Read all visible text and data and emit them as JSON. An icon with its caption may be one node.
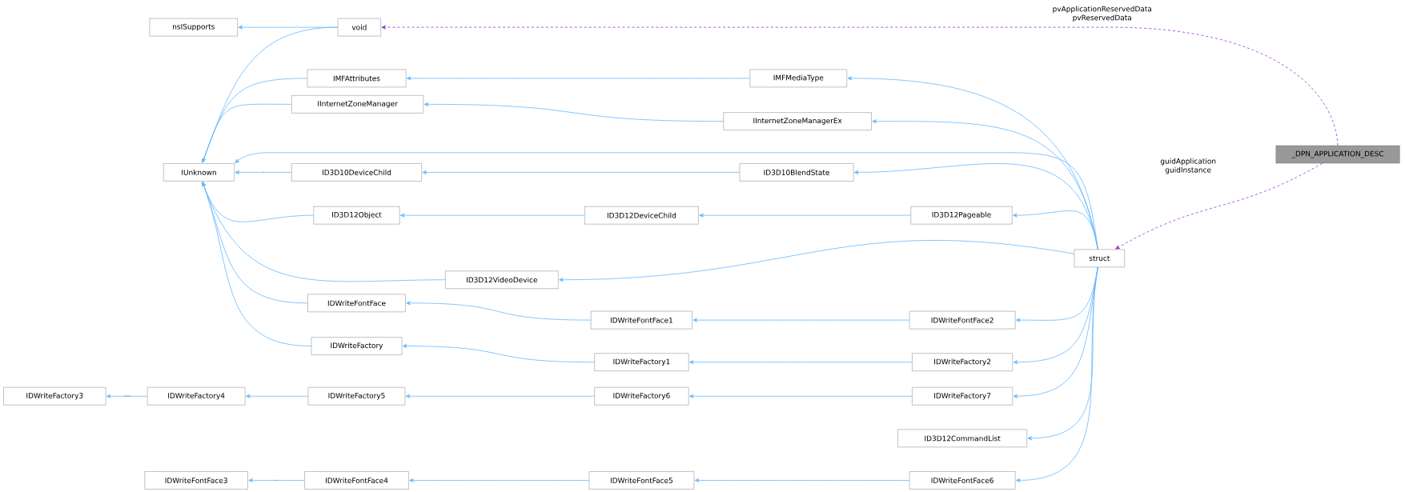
{
  "diagram": {
    "nodes": [
      {
        "text": [
          "_DPN_APPLICATION_DESC"
        ]
      },
      {
        "text": [
          "void"
        ]
      },
      {
        "text": [
          "nsISupports"
        ]
      },
      {
        "text": [
          "IMFAttributes"
        ]
      },
      {
        "text": [
          "IMFMediaType"
        ]
      },
      {
        "text": [
          "IInternetZoneManager"
        ]
      },
      {
        "text": [
          "IInternetZoneManagerEx"
        ]
      },
      {
        "text": [
          "IUnknown"
        ]
      },
      {
        "text": [
          "ID3D10DeviceChild"
        ]
      },
      {
        "text": [
          "ID3D10BlendState"
        ]
      },
      {
        "text": [
          "ID3D12Object"
        ]
      },
      {
        "text": [
          "ID3D12DeviceChild"
        ]
      },
      {
        "text": [
          "ID3D12Pageable"
        ]
      },
      {
        "text": [
          "struct"
        ]
      },
      {
        "text": [
          "ID3D12VideoDevice"
        ]
      },
      {
        "text": [
          "IDWriteFontFace"
        ]
      },
      {
        "text": [
          "IDWriteFontFace1"
        ]
      },
      {
        "text": [
          "IDWriteFontFace2"
        ]
      },
      {
        "text": [
          "IDWriteFactory"
        ]
      },
      {
        "text": [
          "IDWriteFactory1"
        ]
      },
      {
        "text": [
          "IDWriteFactory2"
        ]
      },
      {
        "text": [
          "IDWriteFactory3"
        ]
      },
      {
        "text": [
          "IDWriteFactory4"
        ]
      },
      {
        "text": [
          "IDWriteFactory5"
        ]
      },
      {
        "text": [
          "IDWriteFactory6"
        ]
      },
      {
        "text": [
          "IDWriteFactory7"
        ]
      },
      {
        "text": [
          "ID3D12CommandList"
        ]
      },
      {
        "text": [
          "IDWriteFontFace3"
        ]
      },
      {
        "text": [
          "IDWriteFontFace4"
        ]
      },
      {
        "text": [
          "IDWriteFontFace5"
        ]
      },
      {
        "text": [
          "IDWriteFontFace6"
        ]
      }
    ],
    "edges": [
      {
        "from": 0,
        "to": 1,
        "arrow": "to",
        "label": "pvApplicationReservedData pvReservedData",
        "style": "dashed",
        "color": "#9a32cd"
      },
      {
        "from": 1,
        "to": 2,
        "arrow": "to"
      },
      {
        "from": 1,
        "to": 7,
        "arrow": "to"
      },
      {
        "from": 3,
        "to": 7,
        "arrow": "to"
      },
      {
        "from": 5,
        "to": 7,
        "arrow": "to"
      },
      {
        "from": 13,
        "to": 7,
        "arrow": "to"
      },
      {
        "from": 8,
        "to": 7,
        "arrow": "to"
      },
      {
        "from": 10,
        "to": 7,
        "arrow": "to"
      },
      {
        "from": 14,
        "to": 7,
        "arrow": "to"
      },
      {
        "from": 15,
        "to": 7,
        "arrow": "to"
      },
      {
        "from": 18,
        "to": 7,
        "arrow": "to"
      },
      {
        "from": 4,
        "to": 3,
        "arrow": "to"
      },
      {
        "from": 6,
        "to": 5,
        "arrow": "to"
      },
      {
        "from": 9,
        "to": 8,
        "arrow": "to"
      },
      {
        "from": 11,
        "to": 10,
        "arrow": "to"
      },
      {
        "from": 12,
        "to": 11,
        "arrow": "to"
      },
      {
        "from": 13,
        "to": 14,
        "arrow": "to"
      },
      {
        "from": 16,
        "to": 15,
        "arrow": "to"
      },
      {
        "from": 17,
        "to": 16,
        "arrow": "to"
      },
      {
        "from": 19,
        "to": 18,
        "arrow": "to"
      },
      {
        "from": 20,
        "to": 19,
        "arrow": "to"
      },
      {
        "from": 22,
        "to": 21,
        "arrow": "to"
      },
      {
        "from": 23,
        "to": 22,
        "arrow": "to"
      },
      {
        "from": 24,
        "to": 23,
        "arrow": "to"
      },
      {
        "from": 25,
        "to": 24,
        "arrow": "to"
      },
      {
        "from": 28,
        "to": 27,
        "arrow": "to"
      },
      {
        "from": 29,
        "to": 28,
        "arrow": "to"
      },
      {
        "from": 30,
        "to": 29,
        "arrow": "to"
      },
      {
        "from": 13,
        "to": 4,
        "arrow": "to"
      },
      {
        "from": 13,
        "to": 6,
        "arrow": "to"
      },
      {
        "from": 13,
        "to": 9,
        "arrow": "to"
      },
      {
        "from": 13,
        "to": 12,
        "arrow": "to"
      },
      {
        "from": 13,
        "to": 17,
        "arrow": "to"
      },
      {
        "from": 13,
        "to": 20,
        "arrow": "to"
      },
      {
        "from": 13,
        "to": 25,
        "arrow": "to"
      },
      {
        "from": 13,
        "to": 26,
        "arrow": "to"
      },
      {
        "from": 13,
        "to": 30,
        "arrow": "to"
      },
      {
        "from": 0,
        "to": 13,
        "arrow": "to",
        "label": "guidApplication guidInstance",
        "style": "dashed",
        "color": "#9a32cd"
      }
    ]
  }
}
